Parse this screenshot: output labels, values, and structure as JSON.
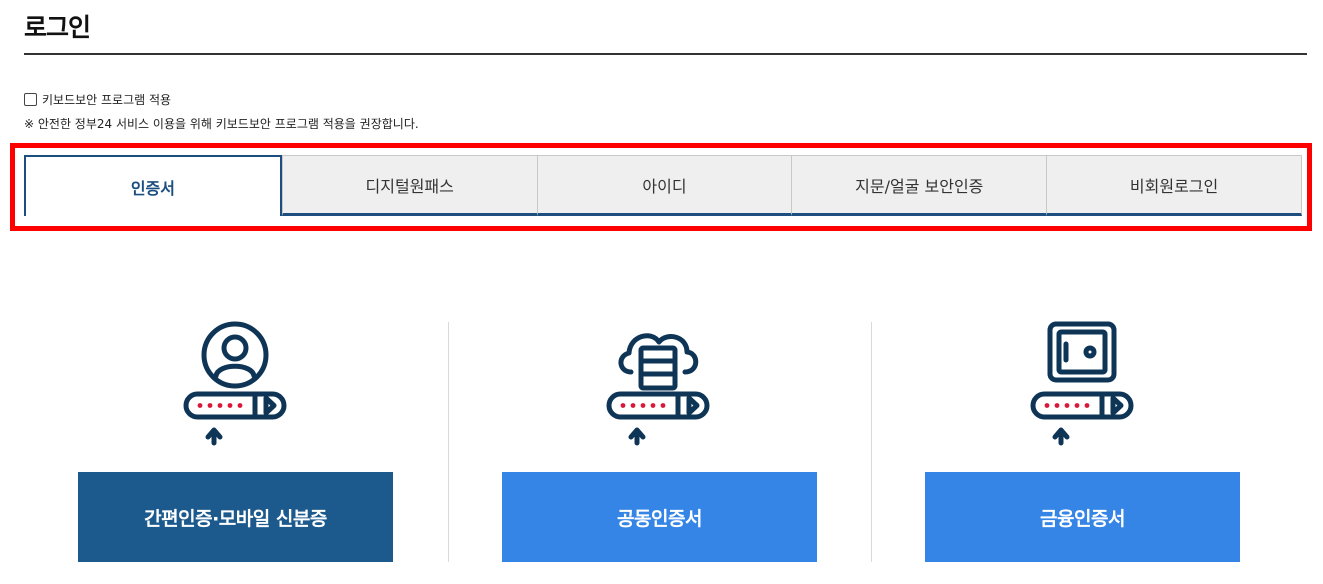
{
  "page": {
    "title": "로그인"
  },
  "keyboard_security": {
    "checkbox_label": "키보드보안 프로그램 적용",
    "checked": false,
    "note": "※ 안전한 정부24 서비스 이용을 위해 키보드보안 프로그램 적용을 권장합니다."
  },
  "tabs": [
    {
      "label": "인증서",
      "active": true
    },
    {
      "label": "디지털원패스",
      "active": false
    },
    {
      "label": "아이디",
      "active": false
    },
    {
      "label": "지문/얼굴 보안인증",
      "active": false
    },
    {
      "label": "비회원로그인",
      "active": false
    }
  ],
  "options": [
    {
      "label": "간편인증·모바일 신분증",
      "icon": "user-login-icon",
      "color": "#1c5a8e"
    },
    {
      "label": "공동인증서",
      "icon": "cloud-server-login-icon",
      "color": "#3585e6"
    },
    {
      "label": "금융인증서",
      "icon": "safe-login-icon",
      "color": "#3585e6"
    }
  ],
  "colors": {
    "accent": "#1c4f80",
    "highlight": "#ff0000",
    "icon_stroke": "#0f3556",
    "password_dots": "#d8173a"
  }
}
